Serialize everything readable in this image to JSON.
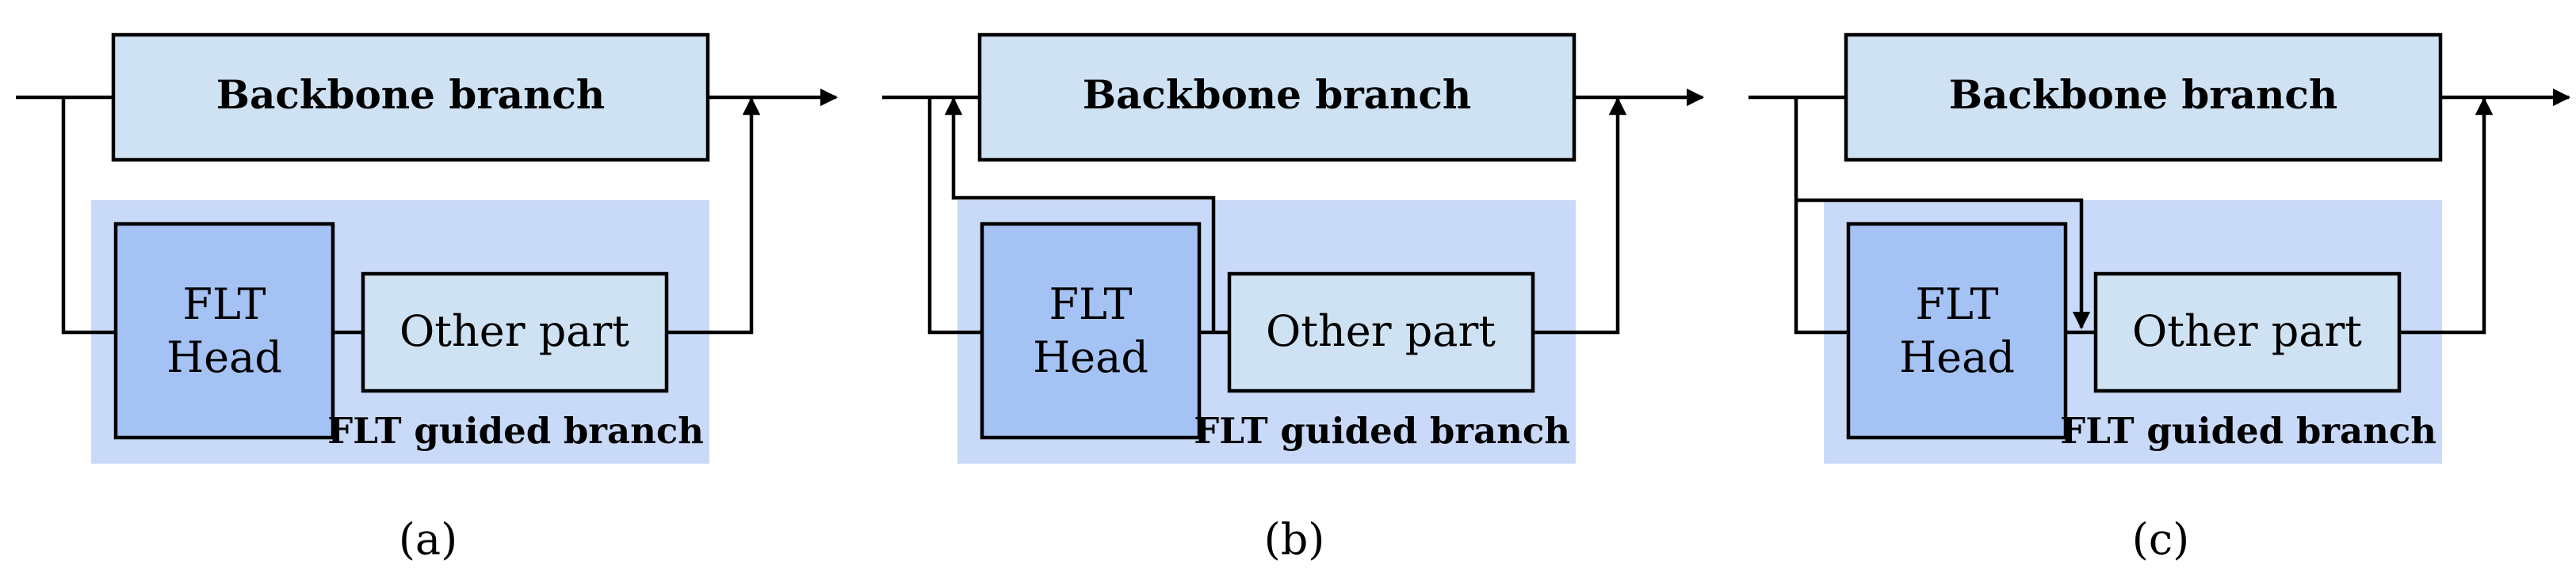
{
  "diagram": {
    "panels": [
      {
        "id": "a",
        "caption": "(a)",
        "backbone_label": "Backbone branch",
        "flt_head_label": [
          "FLT",
          "Head"
        ],
        "other_part_label": "Other part",
        "guided_branch_label": "FLT guided branch",
        "variant": "parallel"
      },
      {
        "id": "b",
        "caption": "(b)",
        "backbone_label": "Backbone branch",
        "flt_head_label": [
          "FLT",
          "Head"
        ],
        "other_part_label": "Other part",
        "guided_branch_label": "FLT guided branch",
        "variant": "head-feeds-backbone"
      },
      {
        "id": "c",
        "caption": "(c)",
        "backbone_label": "Backbone branch",
        "flt_head_label": [
          "FLT",
          "Head"
        ],
        "other_part_label": "Other part",
        "guided_branch_label": "FLT guided branch",
        "variant": "input-feeds-other-part"
      }
    ],
    "colors": {
      "backbone_fill": "#cfe2f3",
      "guided_region_fill": "#c9daf8",
      "flt_head_fill": "#a4c2f4",
      "other_part_fill": "#cfe2f3",
      "stroke": "#000000"
    }
  }
}
